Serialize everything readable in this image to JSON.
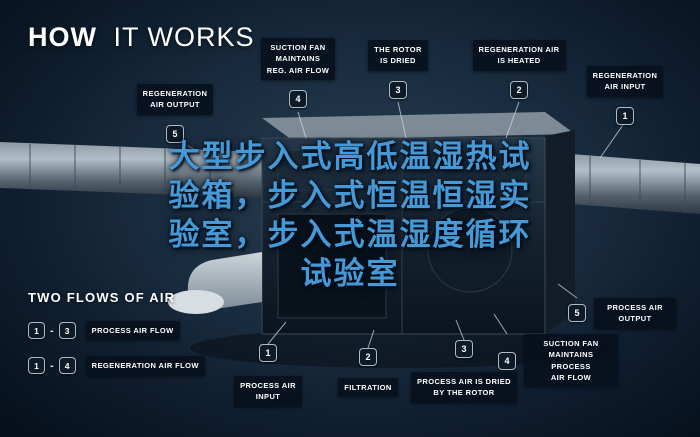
{
  "title": {
    "bold": "HOW",
    "light": "IT WORKS"
  },
  "overlay_text": "大型步入式高低温湿热试\n验箱，步入式恒温恒湿实\n验室，步入式温湿度循环\n试验室",
  "colors": {
    "overlay_blue": "#4599d6",
    "badge_bg": "#0d1a28",
    "label_bg": "#071120",
    "background": "#0c1a2a"
  },
  "callouts_top": [
    {
      "num": "5",
      "label": "REGENERATION\nAIR OUTPUT"
    },
    {
      "num": "4",
      "label": "SUCTION FAN\nMAINTAINS\nREG. AIR FLOW"
    },
    {
      "num": "3",
      "label": "THE ROTOR\nIS DRIED"
    },
    {
      "num": "2",
      "label": "REGENERATION AIR\nIS HEATED"
    },
    {
      "num": "1",
      "label": "REGENERATION\nAIR INPUT"
    }
  ],
  "callouts_bottom": [
    {
      "num": "1",
      "label": "PROCESS AIR\nINPUT"
    },
    {
      "num": "2",
      "label": "FILTRATION"
    },
    {
      "num": "3",
      "label": "PROCESS AIR IS DRIED\nBY THE ROTOR"
    },
    {
      "num": "4",
      "label": "SUCTION FAN\nMAINTAINS PROCESS\nAIR FLOW"
    },
    {
      "num": "5",
      "label": "PROCESS AIR\nOUTPUT"
    }
  ],
  "legend": {
    "title": "TWO FLOWS OF AIR",
    "separator": "-",
    "rows": [
      {
        "from": "1",
        "to": "3",
        "label": "PROCESS AIR FLOW"
      },
      {
        "from": "1",
        "to": "4",
        "label": "REGENERATION AIR FLOW"
      }
    ]
  }
}
